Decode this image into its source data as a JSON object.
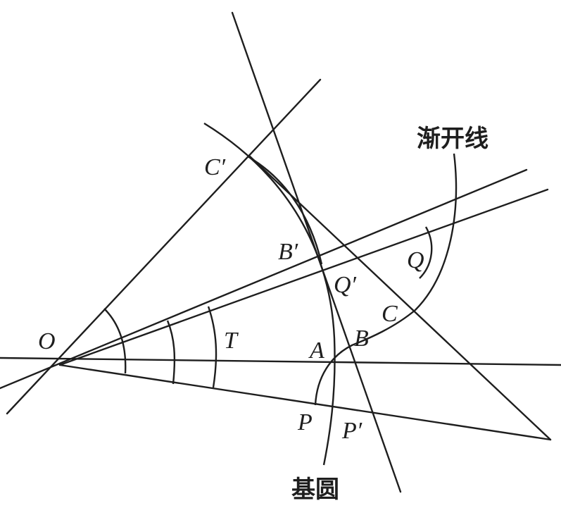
{
  "labels": {
    "O": "O",
    "T": "T",
    "A": "A",
    "B": "B",
    "C": "C",
    "P": "P",
    "P_prime": "P′",
    "Q": "Q",
    "Q_prime": "Q′",
    "B_prime": "B′",
    "C_prime": "C′",
    "involute": "渐开线",
    "base_circle": "基圆"
  }
}
